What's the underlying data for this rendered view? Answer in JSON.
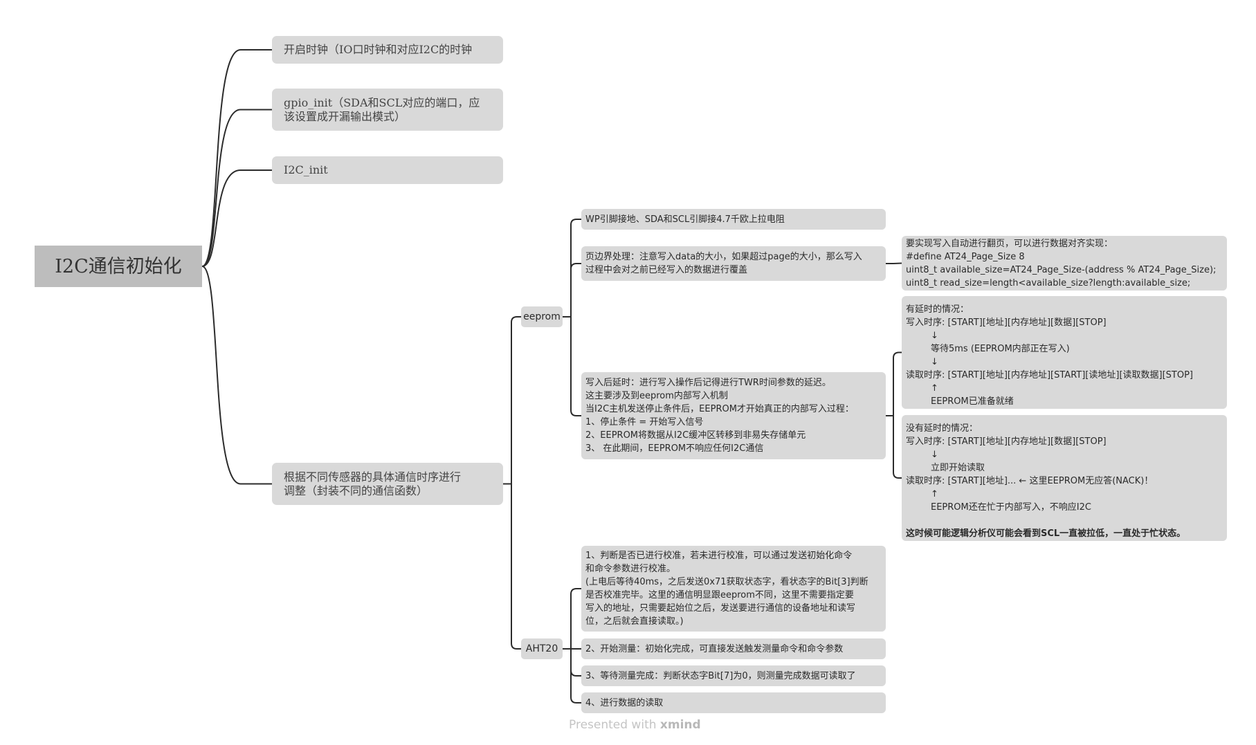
{
  "root": {
    "label": "I2C通信初始化"
  },
  "steps": [
    {
      "lines": [
        "开启时钟（IO口时钟和对应I2C的时钟"
      ]
    },
    {
      "lines": [
        "gpio_init（SDA和SCL对应的端口，应",
        "该设置成开漏输出模式）"
      ]
    },
    {
      "lines": [
        "I2C_init"
      ]
    },
    {
      "lines": [
        "根据不同传感器的具体通信时序进行",
        "调整（封装不同的通信函数）"
      ]
    }
  ],
  "eeprom": {
    "label": "eeprom",
    "items": [
      {
        "lines": [
          "WP引脚接地、SDA和SCL引脚接4.7千欧上拉电阻"
        ]
      },
      {
        "lines": [
          "页边界处理：注意写入data的大小，如果超过page的大小，那么写入",
          "过程中会对之前已经写入的数据进行覆盖"
        ]
      },
      {
        "lines": [
          "写入后延时：进行写入操作后记得进行TWR时间参数的延迟。",
          "这主要涉及到eeprom内部写入机制",
          "当I2C主机发送停止条件后，EEPROM才开始真正的内部写入过程：",
          "1、停止条件 = 开始写入信号",
          "2、EEPROM将数据从I2C缓冲区转移到非易失存储单元",
          "3、  在此期间，EEPROM不响应任何I2C通信"
        ]
      }
    ],
    "page_note": {
      "lines": [
        "要实现写入自动进行翻页，可以进行数据对齐实现：",
        "#define AT24_Page_Size  8",
        "uint8_t available_size=AT24_Page_Size-(address % AT24_Page_Size);",
        "uint8_t read_size=length<available_size?length:available_size;"
      ]
    },
    "with_delay": {
      "lines": [
        {
          "text": "有延时的情况："
        },
        {
          "text": "写入时序: [START][地址][内存地址][数据][STOP]"
        },
        {
          "text": "↓",
          "indent": true
        },
        {
          "text": "等待5ms (EEPROM内部正在写入)",
          "indent": true
        },
        {
          "text": "↓",
          "indent": true
        },
        {
          "text": "读取时序: [START][地址][内存地址][START][读地址][读取数据][STOP]"
        },
        {
          "text": "↑",
          "indent": true
        },
        {
          "text": "EEPROM已准备就绪",
          "indent": true
        }
      ]
    },
    "without_delay": {
      "lines": [
        {
          "text": "没有延时的情况："
        },
        {
          "text": "写入时序: [START][地址][内存地址][数据][STOP]"
        },
        {
          "text": "↓",
          "indent": true
        },
        {
          "text": "立即开始读取",
          "indent": true
        },
        {
          "text": "读取时序: [START][地址]... ← 这里EEPROM无应答(NACK)！"
        },
        {
          "text": "↑",
          "indent": true
        },
        {
          "text": "EEPROM还在忙于内部写入，不响应I2C",
          "indent": true
        },
        {
          "text": ""
        },
        {
          "text": "这时候可能逻辑分析仪可能会看到SCL一直被拉低，一直处于忙状态。",
          "bold": true
        }
      ]
    }
  },
  "aht20": {
    "label": "AHT20",
    "items": [
      {
        "lines": [
          "1、判断是否已进行校准，若未进行校准，可以通过发送初始化命令",
          "和命令参数进行校准。",
          "(上电后等待40ms，之后发送0x71获取状态字，看状态字的Bit[3]判断",
          "是否校准完毕。这里的通信明显跟eeprom不同，这里不需要指定要",
          "写入的地址，只需要起始位之后，发送要进行通信的设备地址和读写",
          "位，之后就会直接读取。)"
        ]
      },
      {
        "lines": [
          "2、开始测量：初始化完成，可直接发送触发测量命令和命令参数"
        ]
      },
      {
        "lines": [
          "3、等待测量完成：判断状态字Bit[7]为0，则测量完成数据可读取了"
        ]
      },
      {
        "lines": [
          "4、进行数据的读取"
        ]
      }
    ]
  },
  "footer": {
    "prefix": "Presented with",
    "brand": "xmind"
  }
}
